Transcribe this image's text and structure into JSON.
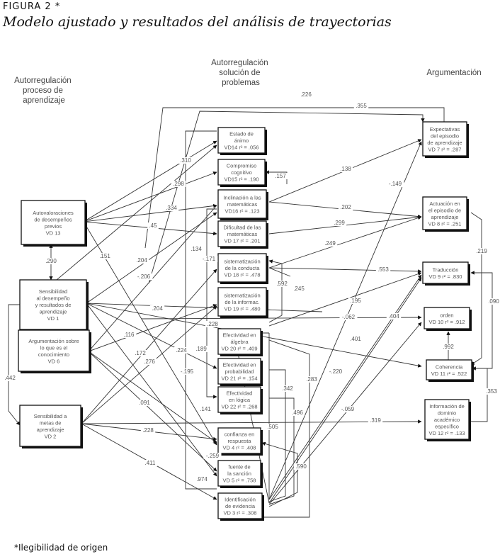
{
  "figure": {
    "label": "FIGURA 2 *",
    "title": "Modelo ajustado y resultados del análisis de trayectorias",
    "footnote": "*Ilegibilidad de origen"
  },
  "groups": {
    "left": [
      "Autorregulación",
      "proceso de",
      "aprendizaje"
    ],
    "middle": [
      "Autorregulación",
      "solución de",
      "problemas"
    ],
    "right": [
      "Argumentación"
    ]
  },
  "nodes": {
    "vd13": [
      "Autovaloraciones",
      "de desempeños",
      "previos",
      "VD 13"
    ],
    "vd1": [
      "Sensibilidad",
      "al desempeño",
      "y resultados de",
      "aprendizaje",
      "VD 1"
    ],
    "vd6": [
      "Argumentación sobre",
      "lo que es el",
      "conocimiento",
      "VD 6"
    ],
    "vd2": [
      "Sensibilidad a",
      "metas de",
      "aprendizaje",
      "VD 2"
    ],
    "vd14": [
      "Estado de",
      "ánimo",
      "VD14 r² = .056"
    ],
    "vd15": [
      "Compromiso",
      "cognitivo",
      "VD15 r² = .190"
    ],
    "vd16": [
      "Inclinación a las",
      "matemáticas",
      "VD16 r² = .123"
    ],
    "vd17": [
      "Dificultad de las",
      "matemáticas",
      "VD 17 r² = .201"
    ],
    "vd18": [
      "sistematización",
      "de la conducta",
      "VD 18 r² = .478"
    ],
    "vd19": [
      "sistematización",
      "de la informac.",
      "VD 19 r² = .480"
    ],
    "vd20": [
      "Efectividad en",
      "álgebra",
      "VD 20 r² = .409"
    ],
    "vd21": [
      "Efectividad en",
      "probabilidad",
      "VD 21 r² = .154"
    ],
    "vd22": [
      "Efectividad",
      "en lógica",
      "VD 22 r² = .268"
    ],
    "vd4": [
      "confianza en",
      "respuesta",
      "VD 4 r² = .408"
    ],
    "vd5": [
      "fuente de",
      "la sanción",
      "VD 5 r² = .758"
    ],
    "vd3": [
      "Identificación",
      "de evidencia",
      "VD 3 r² = .308"
    ],
    "vd7": [
      "Expectativas",
      "del episodio",
      "de aprendizaje",
      "VD 7 r² = .287"
    ],
    "vd8": [
      "Actuación en",
      "el episodio de",
      "aprendizaje",
      "VD 8 r² = .251"
    ],
    "vd9": [
      "Traducción",
      "VD 9 r² = .830"
    ],
    "vd10": [
      "orden",
      "VD 10 r² = .912"
    ],
    "vd11": [
      "Coherencia",
      "VD 11 r² = .522"
    ],
    "vd12": [
      "Información de",
      "dominio",
      "académico",
      "específico",
      "VD 12 r² = .133"
    ]
  },
  "coefficients": {
    "c226": ".226",
    "c355": ".355",
    "c310": ".310",
    "c298": ".298",
    "c334": ".334",
    "c45": ".45",
    "c290": ".290",
    "c151": ".151",
    "c204a": ".204",
    "c206": "-.206",
    "c134": ".134",
    "c171": "-.171",
    "c157": ".157",
    "c138": ".138",
    "c149": "-.149",
    "c202": ".202",
    "c299": ".299",
    "c249": ".249",
    "c553": ".553",
    "c592": ".592",
    "c245": ".245",
    "c204b": ".204",
    "c195a": ".195",
    "c062": "-.062",
    "c404": ".404",
    "c401": ".401",
    "c219": ".219",
    "c090": ".090",
    "c992": ".992",
    "c353": ".353",
    "c116": ".116",
    "c442": ".442",
    "c172": ".172",
    "c276": ".276",
    "c228a": ".228",
    "c189": ".189",
    "c224": ".224",
    "c195b": "-.195",
    "c141": ".141",
    "c091": ".091",
    "c228b": ".228",
    "c259": "-.259",
    "c411": ".411",
    "c974": ".974",
    "c342": ".342",
    "c283": ".283",
    "c496": ".496",
    "c505": ".505",
    "c590": ".590",
    "c220": "-.220",
    "c059": "-.059",
    "c319": ".319"
  }
}
